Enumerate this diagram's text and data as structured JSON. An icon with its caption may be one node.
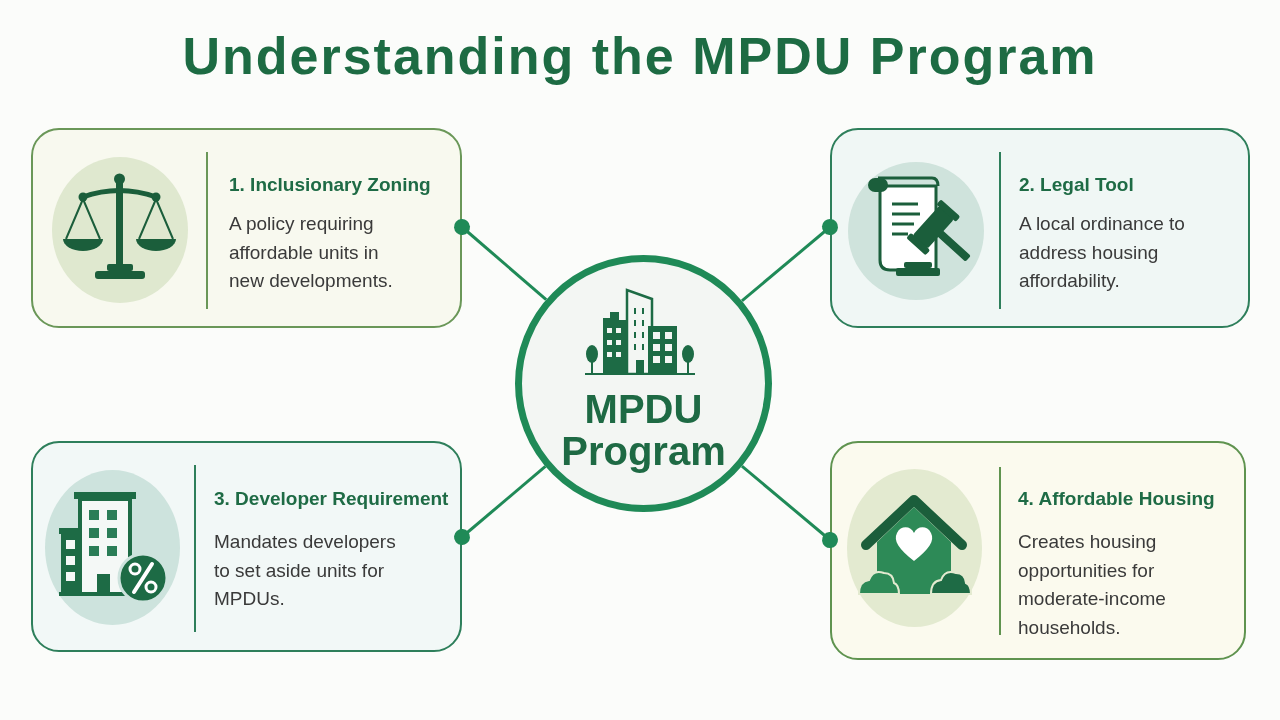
{
  "diagram": {
    "title": "Understanding the MPDU Program",
    "nodes": [
      {
        "text": [
          "1. Inclusionary Zoning",
          "A policy requiring affordable units in new developments."
        ]
      },
      {
        "text": [
          "2. Legal Tool",
          "A local ordinance to address housing affordability."
        ]
      },
      {
        "text": [
          "MPDU Program"
        ]
      },
      {
        "text": [
          "3. Developer Requirement",
          "Mandates developers to set aside units for MPDUs."
        ]
      },
      {
        "text": [
          "4. Affordable Housing",
          "Creates housing opportunities for moderate-income households."
        ]
      }
    ],
    "edges": [
      {
        "from": 2,
        "to": 0,
        "arrow": "other"
      },
      {
        "from": 2,
        "to": 1,
        "arrow": "other"
      },
      {
        "from": 2,
        "to": 3,
        "arrow": "other"
      },
      {
        "from": 2,
        "to": 4,
        "arrow": "other"
      }
    ]
  }
}
